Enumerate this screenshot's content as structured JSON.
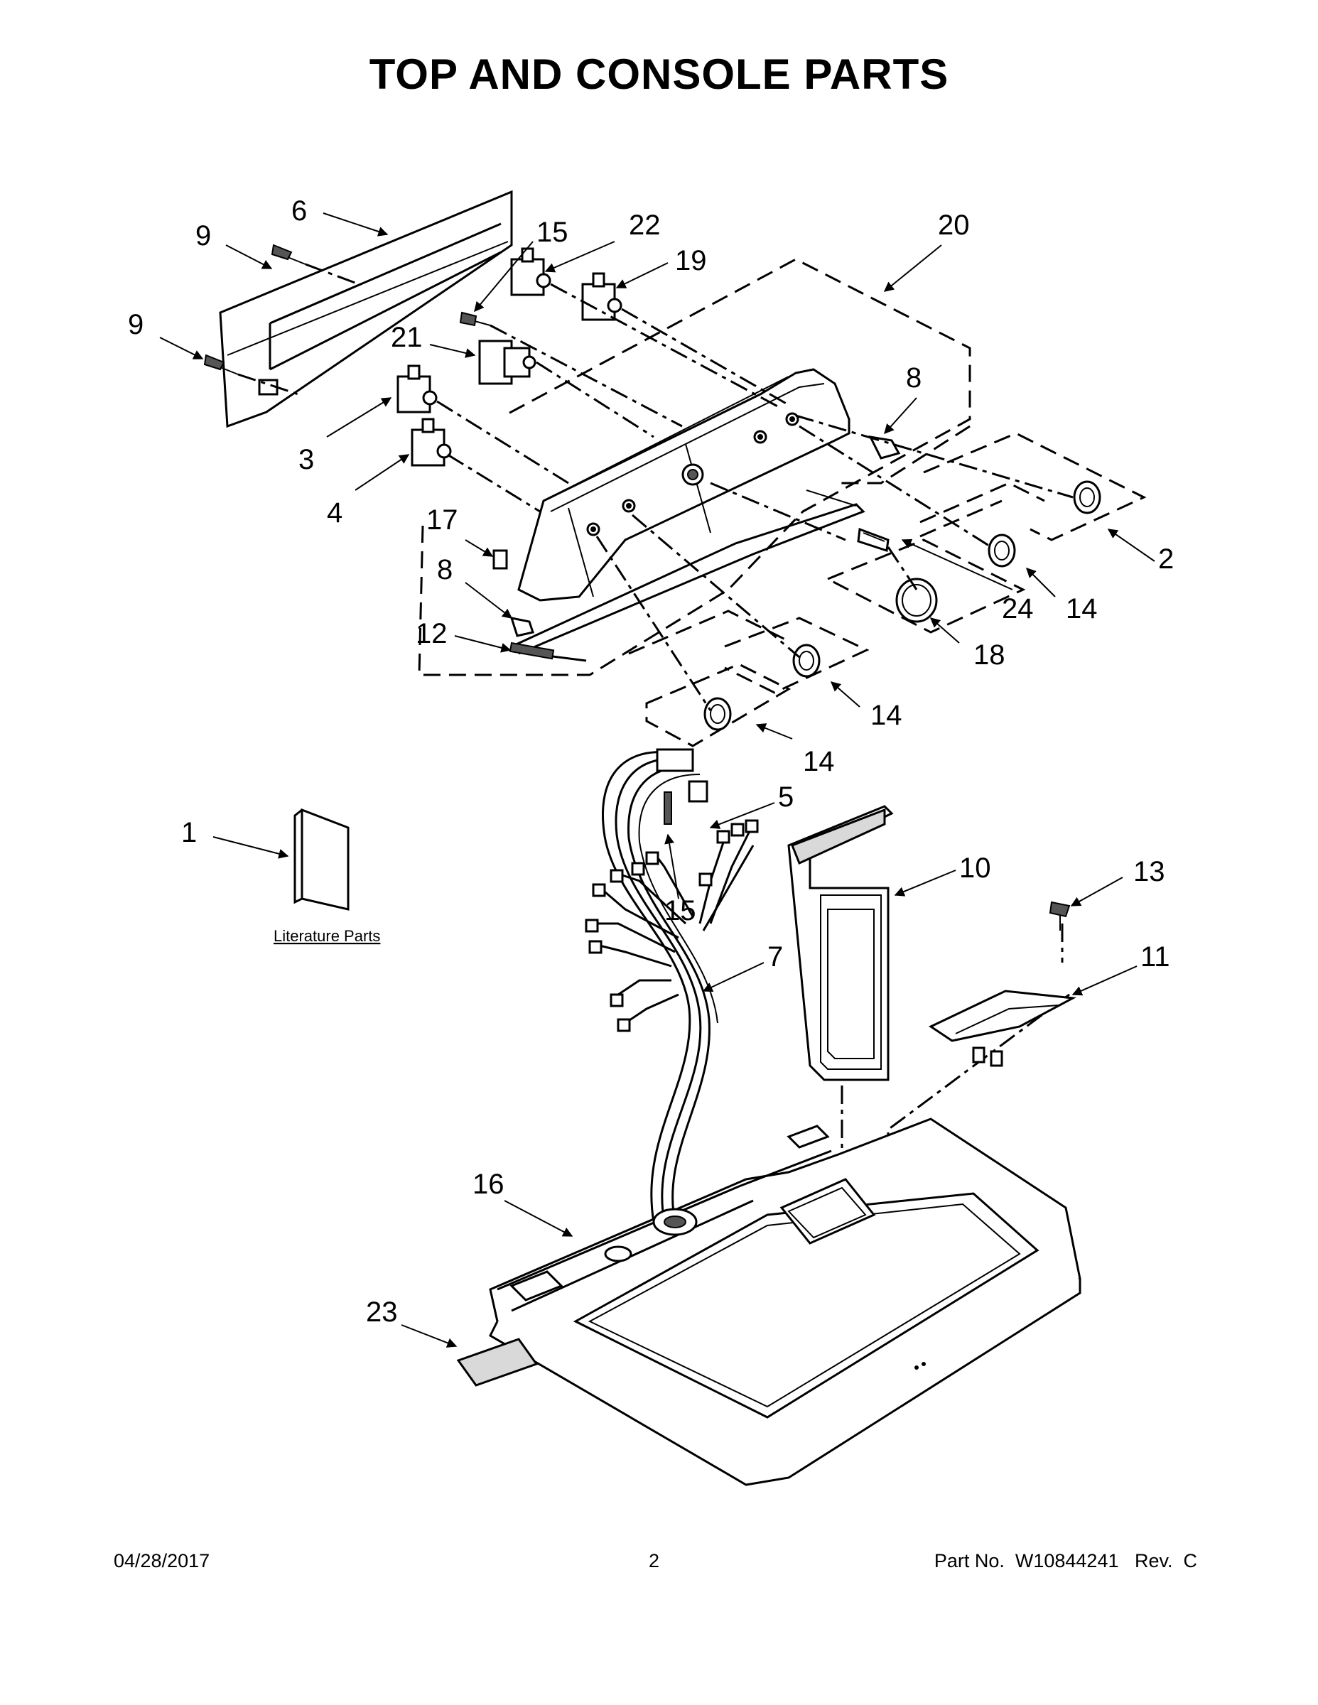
{
  "title": "TOP AND CONSOLE PARTS",
  "callouts": {
    "c1": "1",
    "c2": "2",
    "c3": "3",
    "c4": "4",
    "c5": "5",
    "c6": "6",
    "c7": "7",
    "c8a": "8",
    "c8b": "8",
    "c9a": "9",
    "c9b": "9",
    "c10": "10",
    "c11": "11",
    "c12": "12",
    "c13": "13",
    "c14a": "14",
    "c14b": "14",
    "c14c": "14",
    "c15a": "15",
    "c15b": "15",
    "c16": "16",
    "c17": "17",
    "c18": "18",
    "c19": "19",
    "c20": "20",
    "c21": "21",
    "c22": "22",
    "c23": "23",
    "c24": "24"
  },
  "literature_label": "Literature Parts",
  "footer": {
    "date": "04/28/2017",
    "page": "2",
    "part_number": "Part No.  W10844241   Rev.  C"
  }
}
